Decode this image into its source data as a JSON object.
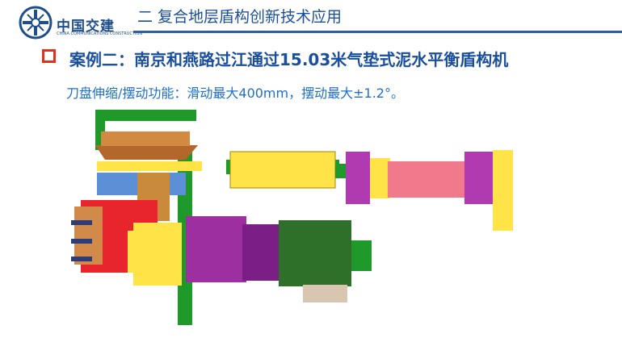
{
  "header": {
    "logo_cn": "中国交建",
    "logo_en": "CHINA COMMUNICATIONS CONSTRUCTION",
    "section_title": "二  复合地层盾构创新技术应用"
  },
  "case": {
    "title": "案例二：南京和燕路过江通过15.03米气垫式泥水平衡盾构机"
  },
  "function": {
    "text": "刀盘伸缩/摆动功能：滑动最大400mm，摆动最大±1.2°。"
  },
  "colors": {
    "brand_blue": "#1a4f9c",
    "bullet_red": "#e0301e",
    "text_blue": "#1f6fc9"
  }
}
